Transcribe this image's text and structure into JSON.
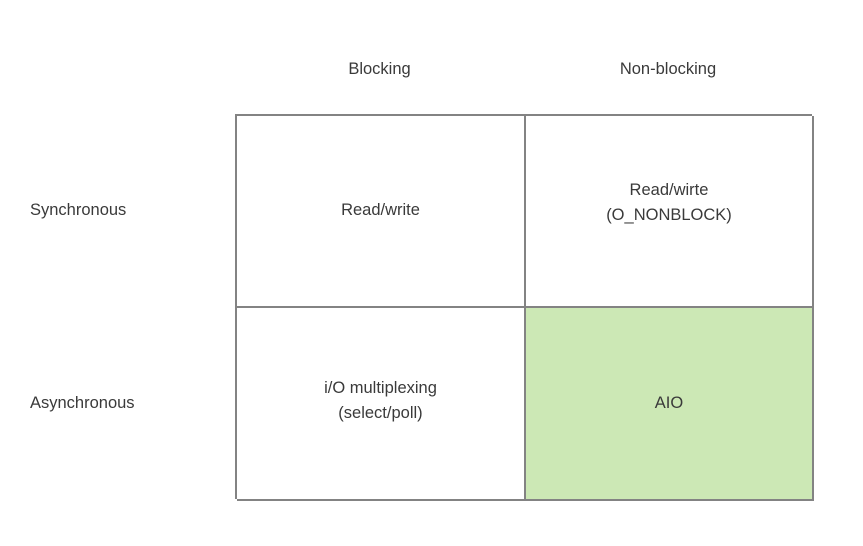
{
  "figure": {
    "kind": "2x2-matrix-diagram",
    "column_headers": [
      {
        "label": "Blocking"
      },
      {
        "label": "Non-blocking"
      }
    ],
    "row_headers": [
      {
        "label": "Synchronous"
      },
      {
        "label": "Asynchronous"
      }
    ],
    "cells": [
      {
        "row": "Synchronous",
        "column": "Blocking",
        "lines": [
          "Read/write"
        ],
        "highlighted": false
      },
      {
        "row": "Synchronous",
        "column": "Non-blocking",
        "lines": [
          "Read/wirte",
          "(O_NONBLOCK)"
        ],
        "highlighted": false
      },
      {
        "row": "Asynchronous",
        "column": "Blocking",
        "lines": [
          "i/O multiplexing",
          "(select/poll)"
        ],
        "highlighted": false
      },
      {
        "row": "Asynchronous",
        "column": "Non-blocking",
        "lines": [
          "AIO"
        ],
        "highlighted": true
      }
    ],
    "colors": {
      "background": "#ffffff",
      "border": "#838383",
      "text": "#3a3a3a",
      "highlight_fill": "#CCE8B5"
    }
  }
}
